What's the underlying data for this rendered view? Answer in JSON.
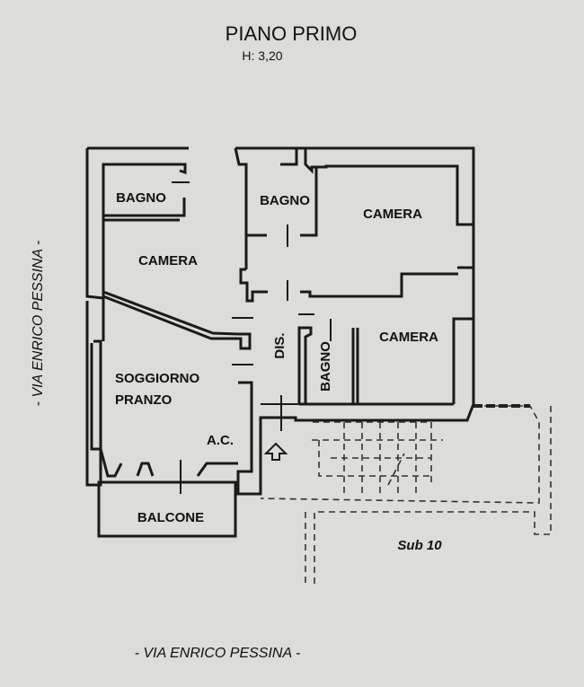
{
  "title": "PIANO PRIMO",
  "height_note": "H: 3,20",
  "street_left": "- VIA ENRICO PESSINA -",
  "street_bottom": "- VIA ENRICO PESSINA -",
  "rooms": {
    "bagno_1": "BAGNO",
    "bagno_2": "BAGNO",
    "bagno_3": "BAGNO",
    "camera_1": "CAMERA",
    "camera_2": "CAMERA",
    "camera_3": "CAMERA",
    "dis": "DIS.",
    "soggiorno": "SOGGIORNO",
    "pranzo": "PRANZO",
    "ac": "A.C.",
    "balcone": "BALCONE"
  },
  "sub_label": "Sub 10"
}
